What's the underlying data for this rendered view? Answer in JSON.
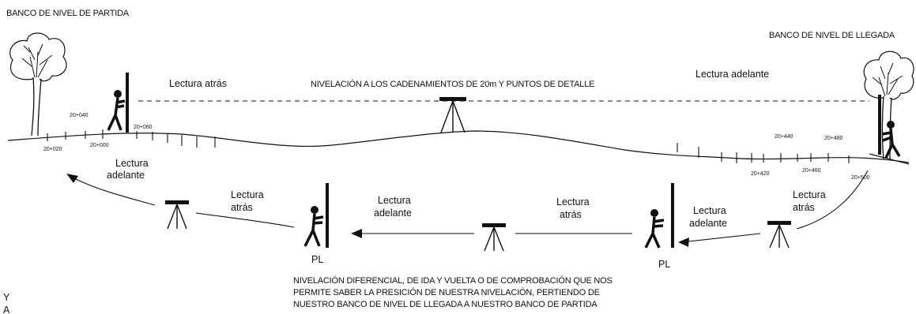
{
  "titles": {
    "start_benchmark": "BANCO DE NIVEL DE PARTIDA",
    "end_benchmark": "BANCO DE NIVEL DE LLEGADA"
  },
  "top_leveling": {
    "title": "NIVELACIÓN A LOS CADENAMIENTOS DE 20m Y PUNTOS DE DETALLE",
    "backsight": "Lectura atrás",
    "foresight": "Lectura adelante"
  },
  "stations": [
    "20+000",
    "20+020",
    "20+040",
    "20+060",
    "20+420",
    "20+440",
    "20+460",
    "20+480",
    "20+500"
  ],
  "return_leveling": {
    "readings": [
      {
        "line1": "Lectura",
        "line2": "adelante"
      },
      {
        "line1": "Lectura",
        "line2": "atrás"
      },
      {
        "line1": "Lectura",
        "line2": "adelante"
      },
      {
        "line1": "Lectura",
        "line2": "atrás"
      },
      {
        "line1": "Lectura",
        "line2": "adelante"
      },
      {
        "line1": "Lectura",
        "line2": "atrás"
      }
    ],
    "turning_point_label": "PL",
    "caption_lines": [
      "NIVELACIÓN DIFERENCIAL, DE IDA Y VUELTA O DE COMPROBACIÓN QUE NOS",
      "PERMITE SABER LA PRESICIÓN DE NUESTRA NIVELACIÓN, PERTIENDO DE",
      "NUESTRO BANCO DE NIVEL DE LLEGADA A NUESTRO BANCO DE PARTIDA"
    ]
  },
  "corner_marks": [
    "Y",
    "A"
  ],
  "colors": {
    "ink": "#111111",
    "background": "#ffffff"
  }
}
